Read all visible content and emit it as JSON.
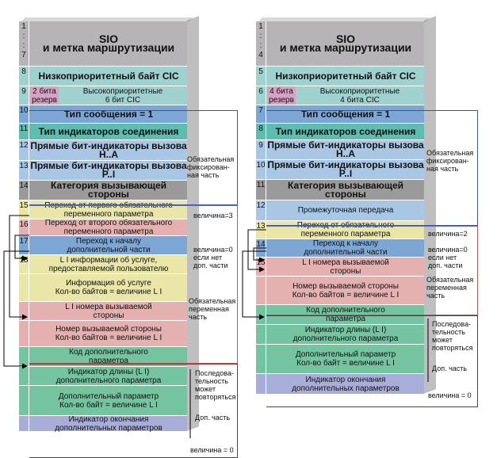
{
  "colors": {
    "gray": "#b6b4b6",
    "cyan": "#9fd1cf",
    "pink": "#d7a3c5",
    "blue": "#7ea6d4",
    "teal": "#5fbdb0",
    "bluelight": "#a9c7e4",
    "graydark": "#9a9a9a",
    "yellow": "#e9e6a8",
    "salmon": "#e4b0b0",
    "green": "#74c4a0",
    "lavender": "#a9aed9",
    "frame_blue": "#3b4fb8",
    "frame_red": "#d24a4a"
  },
  "left": {
    "rows": [
      {
        "idx": "1\n:\n:\n7",
        "label": "SIO\nи метка маршрутизации",
        "color": "gray"
      },
      {
        "idx": "8",
        "label": "Низкоприоритетный байт CIC",
        "color": "cyan"
      },
      {
        "idx": "9",
        "label_a": "2 бита\nрезерв",
        "label_b": "Высокоприоритетные\n6 бит CIC",
        "color": "cyan"
      },
      {
        "idx": "10",
        "label": "Тип сообщения = 1",
        "color": "blue"
      },
      {
        "idx": "11",
        "label": "Тип индикаторов соединения",
        "color": "teal"
      },
      {
        "idx": "12",
        "label": "Прямые бит-индикаторы вызова\nH..A",
        "color": "bluelight"
      },
      {
        "idx": "13",
        "label": "Прямые бит-индикаторы вызова\nP..I",
        "color": "bluelight"
      },
      {
        "idx": "14",
        "label": "Категория вызывающей\nстороны",
        "color": "graydark"
      },
      {
        "idx": "15",
        "label": "Переход от первого обязательного\nпеременного параметра",
        "color": "yellow"
      },
      {
        "idx": "16",
        "label": "Переход от второго обязательного\nпеременного параметра",
        "color": "salmon"
      },
      {
        "idx": "17",
        "label": "Переход к началу\nдополнительной части",
        "color": "blue"
      },
      {
        "idx": "18",
        "label": "L I информации об услуге,\nпредоставляемой пользователю",
        "color": "yellow"
      },
      {
        "idx": "",
        "label": "Информация об услуге\nКол-во байтов = величине L I",
        "color": "yellow"
      },
      {
        "idx": "",
        "label": "L I номера вызываемой\nстороны",
        "color": "salmon"
      },
      {
        "idx": "",
        "label": "Номер вызываемой стороны\nКол-во байтов = величине L I",
        "color": "salmon"
      },
      {
        "idx": "",
        "label": "Код дополнительного\nпараметра",
        "color": "green"
      },
      {
        "idx": "",
        "label": "Индикатор длины (L I)\nдополнительного параметра",
        "color": "green"
      },
      {
        "idx": "",
        "label": "Дополнительный параметр\nКол-во байт = величине L I",
        "color": "green"
      },
      {
        "idx": "",
        "label": "Индикатор окончания\nдополнительных параметров",
        "color": "lavender"
      }
    ],
    "notes": {
      "fixed": "Обязательная\nфиксирован-\nная часть",
      "size3": "величина=3",
      "size0": "величина=0\nесли нет\nдоп. части",
      "variable": "Обязательная\nпеременная\nчасть",
      "repeat": "Последова-\nтельность\nможет\nповторяться",
      "optional": "Доп. часть",
      "end": "величина = 0"
    }
  },
  "right": {
    "rows": [
      {
        "idx": "1\n:\n:\n4",
        "label": "SIO\nи метка маршрутизации",
        "color": "gray"
      },
      {
        "idx": "5",
        "label": "Низкоприоритетный байт CIC",
        "color": "cyan"
      },
      {
        "idx": "6",
        "label_a": "4 бита\nрезерв",
        "label_b": "Высокоприоритетные\n4 бита CIC",
        "color": "cyan"
      },
      {
        "idx": "7",
        "label": "Тип сообщения = 1",
        "color": "blue"
      },
      {
        "idx": "8",
        "label": "Тип индикаторов соединения",
        "color": "teal"
      },
      {
        "idx": "9",
        "label": "Прямые бит-индикаторы вызова\nH..A",
        "color": "bluelight"
      },
      {
        "idx": "10",
        "label": "Прямые бит-индикаторы вызова\nP..I",
        "color": "bluelight"
      },
      {
        "idx": "11",
        "label": "Категория вызывающей\nстороны",
        "color": "graydark"
      },
      {
        "idx": "12",
        "label": "Промежуточная передача",
        "color": "bluelight"
      },
      {
        "idx": "13",
        "label": "Переход от обязательного\nпеременного параметра",
        "color": "yellow"
      },
      {
        "idx": "14",
        "label": "Переход к началу\nдополнительной части",
        "color": "blue"
      },
      {
        "idx": "15",
        "label": "L I номера вызываемой\nстороны",
        "color": "salmon"
      },
      {
        "idx": "",
        "label": "Номер вызываемой стороны\nКол-во байтов = величине L I",
        "color": "salmon"
      },
      {
        "idx": "",
        "label": "Код дополнительного\nпараметра",
        "color": "green"
      },
      {
        "idx": "",
        "label": "Индикатор длины (L I)\nдополнительного параметра",
        "color": "green"
      },
      {
        "idx": "",
        "label": "Дополнительный параметр\nКол-во байт = величине L I",
        "color": "green"
      },
      {
        "idx": "",
        "label": "Индикатор окончания\nдополнительных параметров",
        "color": "lavender"
      }
    ],
    "notes": {
      "fixed": "Обязательная\nфиксирован-\nная часть",
      "size2": "величина=2",
      "size0": "величина=0\nесли нет\nдоп. части",
      "variable": "Обязательная\nпеременная\nчасть",
      "repeat": "Последова-\nтельность\nможет\nповторяться",
      "optional": "Доп. часть",
      "end": "величина = 0"
    }
  }
}
